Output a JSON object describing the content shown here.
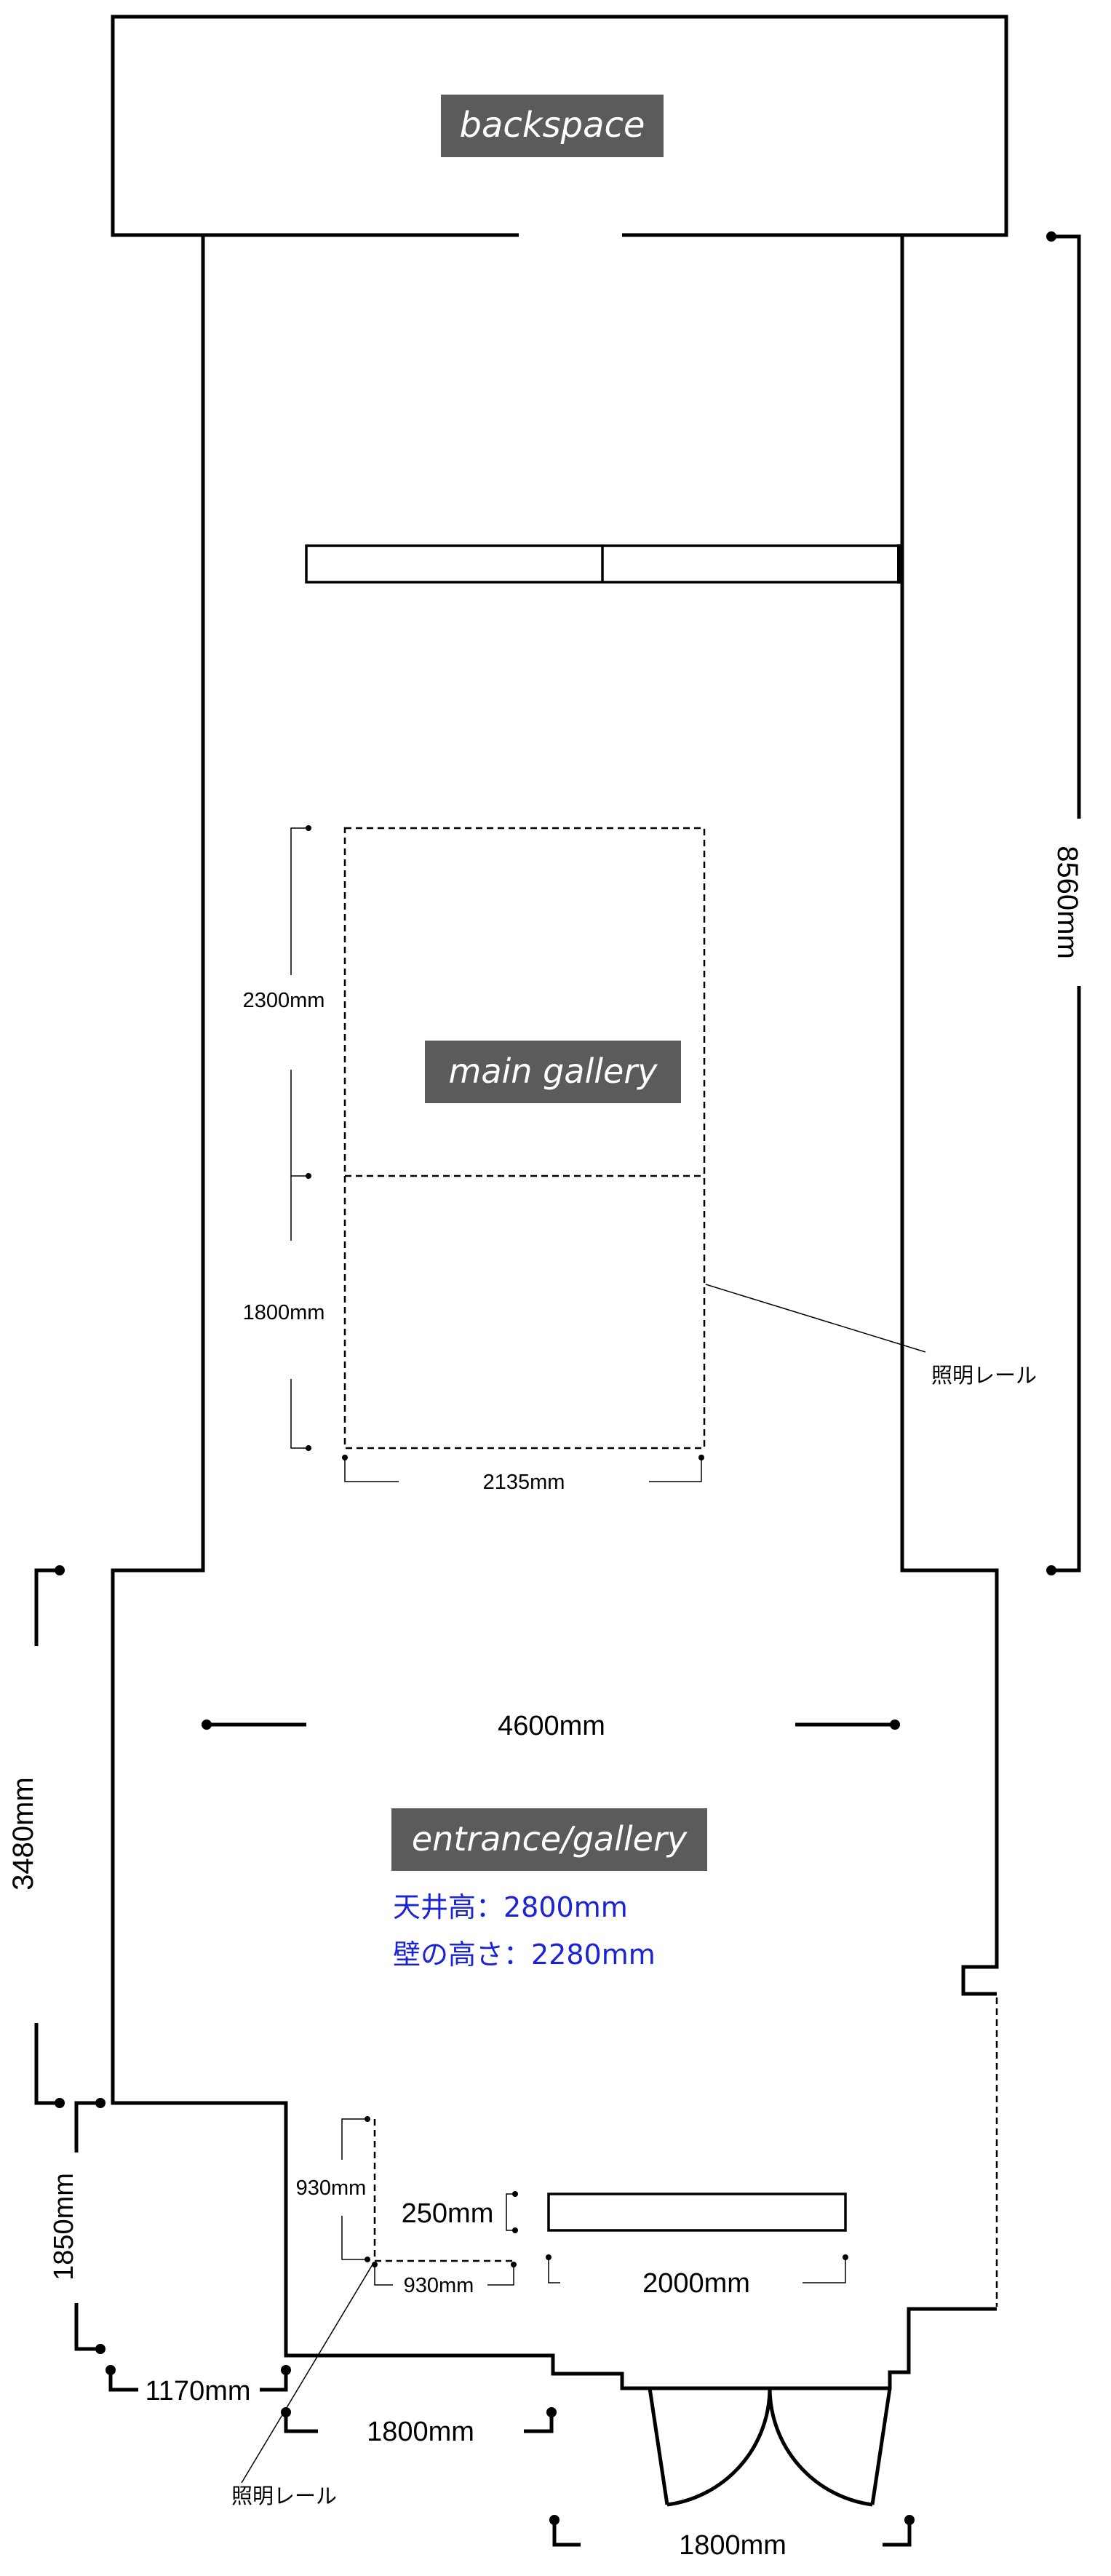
{
  "rooms": {
    "backspace": "backspace",
    "main_gallery": "main gallery",
    "entrance_gallery": "entrance/gallery"
  },
  "notes": {
    "ceiling_height": "天井高：2800mm",
    "wall_height": "壁の高さ：2280mm"
  },
  "annotations": {
    "lighting_rail_main": "照明レール",
    "lighting_rail_entrance": "照明レール"
  },
  "dimensions": {
    "main_length": "8560mm",
    "rail_length_upper": "2300mm",
    "rail_length_lower": "1800mm",
    "rail_width": "2135mm",
    "entrance_width": "4600mm",
    "entrance_length": "3480mm",
    "lower_offset": "1850mm",
    "side_step": "1170mm",
    "front_opening": "1800mm",
    "door_width": "1800mm",
    "small_rail_vertical": "930mm",
    "small_rail_horizontal": "930mm",
    "counter_depth": "250mm",
    "counter_width": "2000mm"
  },
  "colors": {
    "label_background": "#5b5b5b",
    "label_text": "#ffffff",
    "note_text": "#1a23d6",
    "lines": "#000000"
  }
}
